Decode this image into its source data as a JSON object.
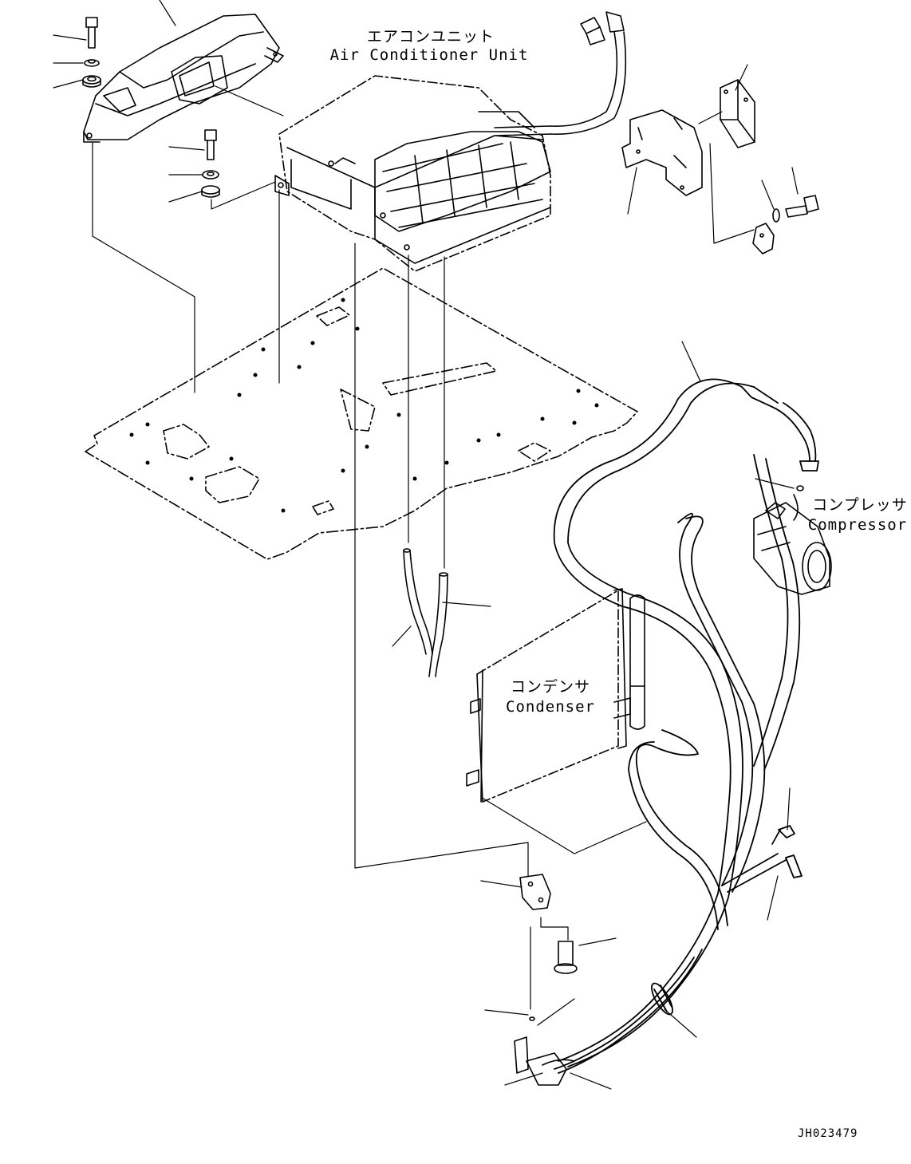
{
  "labels": {
    "aircon_jp": "エアコンユニット",
    "aircon_en": "Air Conditioner Unit",
    "compressor_jp": "コンプレッサ",
    "compressor_en": "Compressor",
    "condenser_jp": "コンデンサ",
    "condenser_en": "Condenser"
  },
  "drawing_code": "JH023479",
  "colors": {
    "line": "#000000",
    "background": "#ffffff"
  }
}
